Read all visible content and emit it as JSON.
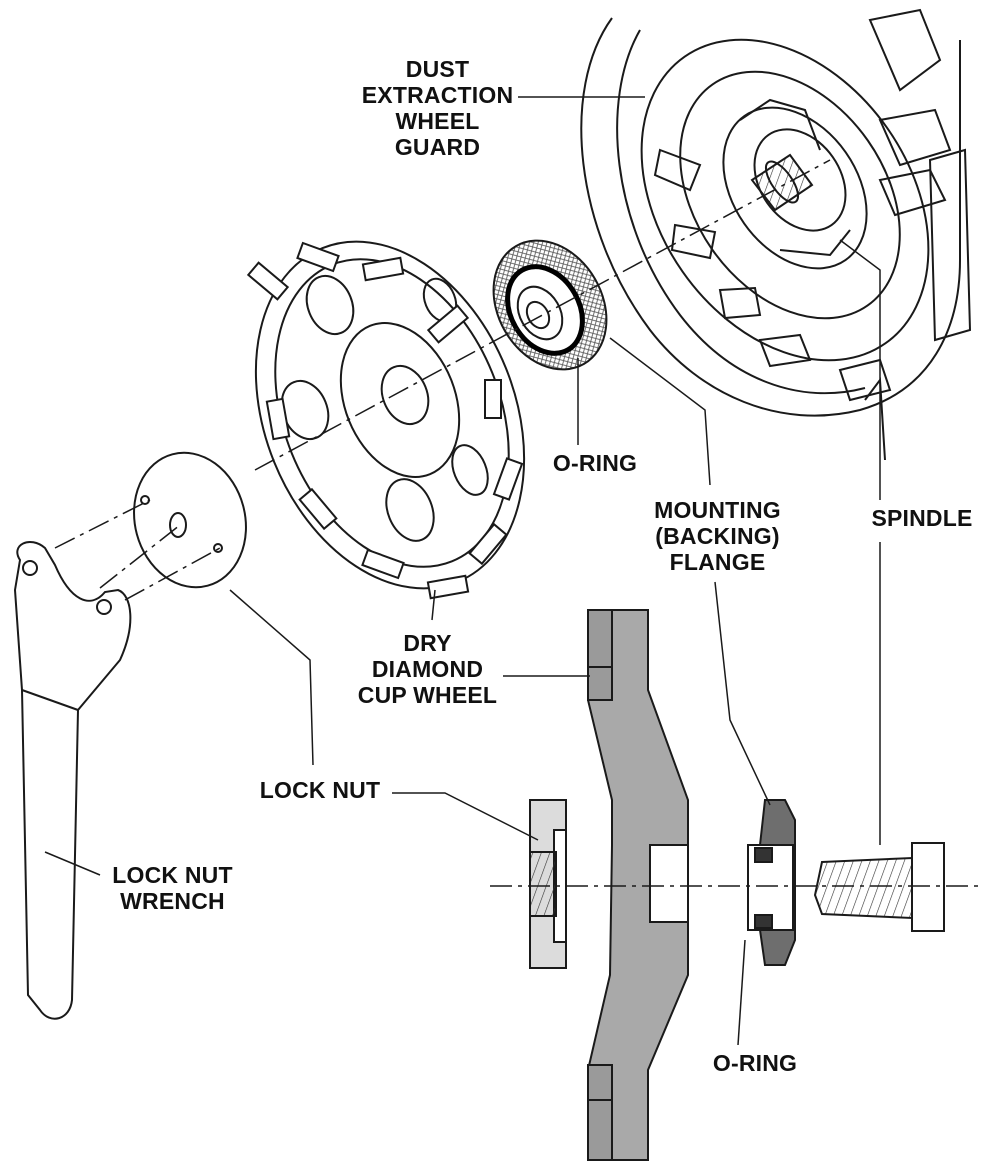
{
  "labels": {
    "guard": [
      "DUST",
      "EXTRACTION",
      "WHEEL",
      "GUARD"
    ],
    "oring_top": [
      "O-RING"
    ],
    "mounting_flange": [
      "MOUNTING",
      "(BACKING)",
      "FLANGE"
    ],
    "spindle": [
      "SPINDLE"
    ],
    "cup_wheel": [
      "DRY",
      "DIAMOND",
      "CUP WHEEL"
    ],
    "lock_nut": [
      "LOCK NUT"
    ],
    "wrench": [
      "LOCK NUT",
      "WRENCH"
    ],
    "oring_bottom": [
      "O-RING"
    ]
  },
  "colors": {
    "line": "#1a1a1a",
    "section_fill": "#a9a9a9",
    "light_fill": "#dcdcdc",
    "hatch": "#555555"
  }
}
